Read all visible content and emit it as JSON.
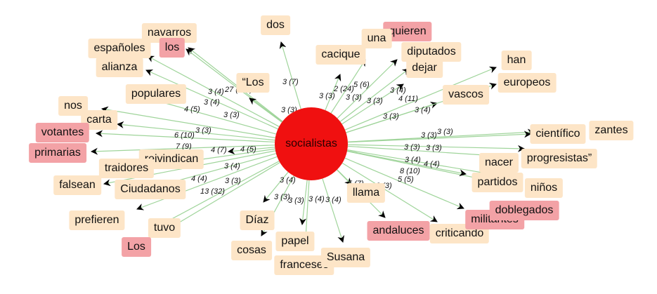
{
  "center": {
    "label": "socialistas",
    "color": "#f01010"
  },
  "colors": {
    "edge": "#9fd49a",
    "node_light": "#fde5c7",
    "node_highlight": "#f3a2a6",
    "arrow": "#000000"
  },
  "nodes": [
    {
      "label": "dos",
      "style": "beige"
    },
    {
      "label": "navarros",
      "style": "beige"
    },
    {
      "label": "los",
      "style": "pink"
    },
    {
      "label": "españoles",
      "style": "beige"
    },
    {
      "label": "alianza",
      "style": "beige"
    },
    {
      "label": "populares",
      "style": "beige"
    },
    {
      "label": "“Los",
      "style": "beige"
    },
    {
      "label": "nos",
      "style": "beige"
    },
    {
      "label": "carta",
      "style": "beige"
    },
    {
      "label": "votantes",
      "style": "pink"
    },
    {
      "label": "primarias",
      "style": "pink"
    },
    {
      "label": "reivindican",
      "style": "beige"
    },
    {
      "label": "traidores",
      "style": "beige"
    },
    {
      "label": "falsean",
      "style": "beige"
    },
    {
      "label": "Ciudadanos",
      "style": "beige"
    },
    {
      "label": "prefieren",
      "style": "beige"
    },
    {
      "label": "tuvo",
      "style": "beige"
    },
    {
      "label": "Los",
      "style": "pink"
    },
    {
      "label": "Díaz",
      "style": "beige"
    },
    {
      "label": "cosas",
      "style": "beige"
    },
    {
      "label": "papel",
      "style": "beige"
    },
    {
      "label": "franceses",
      "style": "beige"
    },
    {
      "label": "Susana",
      "style": "beige"
    },
    {
      "label": "llama",
      "style": "beige"
    },
    {
      "label": "andaluces",
      "style": "pink"
    },
    {
      "label": "criticando",
      "style": "beige"
    },
    {
      "label": "militantes",
      "style": "pink"
    },
    {
      "label": "doblegados",
      "style": "pink"
    },
    {
      "label": "partidos",
      "style": "beige"
    },
    {
      "label": "niños",
      "style": "beige"
    },
    {
      "label": "nacer",
      "style": "beige"
    },
    {
      "label": "progresistas”",
      "style": "beige"
    },
    {
      "label": "científico",
      "style": "beige"
    },
    {
      "label": "zantes",
      "style": "beige"
    },
    {
      "label": "vascos",
      "style": "beige"
    },
    {
      "label": "europeos",
      "style": "beige"
    },
    {
      "label": "han",
      "style": "beige"
    },
    {
      "label": "dejar",
      "style": "beige"
    },
    {
      "label": "diputados",
      "style": "beige"
    },
    {
      "label": "quieren",
      "style": "pink"
    },
    {
      "label": "una",
      "style": "beige"
    },
    {
      "label": "cacique",
      "style": "beige"
    }
  ],
  "edge_labels": [
    "3 (7)",
    "3 (3)",
    "3 (4)",
    "27 (111)",
    "3 (3)",
    "3 (4)",
    "3 (3)",
    "4 (5)",
    "3 (3)",
    "6 (10)",
    "7 (9)",
    "4 (5)",
    "4 (7)",
    "3 (4)",
    "4 (4)",
    "3 (3)",
    "13 (32)",
    "3 (4)",
    "3 (3)",
    "3 (3)",
    "3 (4)",
    "3 (4)",
    "4 (8)",
    "5 (7)",
    "3 (3)",
    "5 (5)",
    "8 (10)",
    "4 (4)",
    "3 (4)",
    "3 (3)",
    "3 (3)",
    "3 (3)",
    "3 (3)",
    "3 (4)",
    "4 (11)",
    "3 (3)",
    "3 (4)",
    "3 (3)",
    "5 (6)",
    "2 (24)",
    "3 (3)",
    "3 (3)"
  ]
}
